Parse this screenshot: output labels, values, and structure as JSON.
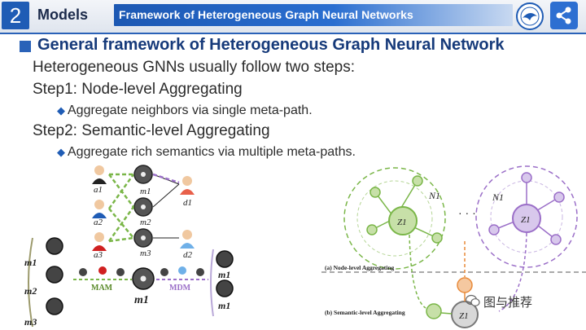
{
  "header": {
    "section_number": "2",
    "section_label": "Models",
    "banner_title": "Framework of Heterogeneous Graph Neural Networks"
  },
  "content": {
    "heading": "General framework of Heterogeneous Graph Neural Network",
    "intro": "Heterogeneous GNNs usually follow two steps:",
    "step1": "Step1: Node-level Aggregating",
    "step1_bullet": "Aggregate neighbors via single meta-path.",
    "step2": "Step2: Semantic-level Aggregating",
    "step2_bullet": "Aggregate rich semantics via multiple meta-paths."
  },
  "left_figure": {
    "author_labels": [
      "a1",
      "a2",
      "a3"
    ],
    "movie_labels": [
      "m1",
      "m2",
      "m3"
    ],
    "director_labels": [
      "d1",
      "d2"
    ],
    "metapath_labels": [
      "MAM",
      "MDM"
    ],
    "left_group_labels": [
      "m1",
      "m2",
      "m3"
    ],
    "center_label": "m1",
    "right_group_labels": [
      "m1",
      "m1"
    ]
  },
  "right_figure": {
    "node_level_label": "(a) Node-level Aggregating",
    "semantic_level_label": "(b) Semantic-level Aggregating",
    "center_left": "Z1",
    "center_right": "Z1",
    "bottom_center": "Z1",
    "neighborhood_left": "N1",
    "neighborhood_right": "N1",
    "ellipsis": "· · ·"
  },
  "watermark": "图与推荐",
  "colors": {
    "primary_blue": "#1f5cb5",
    "heading_blue": "#163a7a",
    "green": "#7ab648",
    "purple": "#9b6fc8",
    "orange": "#e88a3a"
  }
}
